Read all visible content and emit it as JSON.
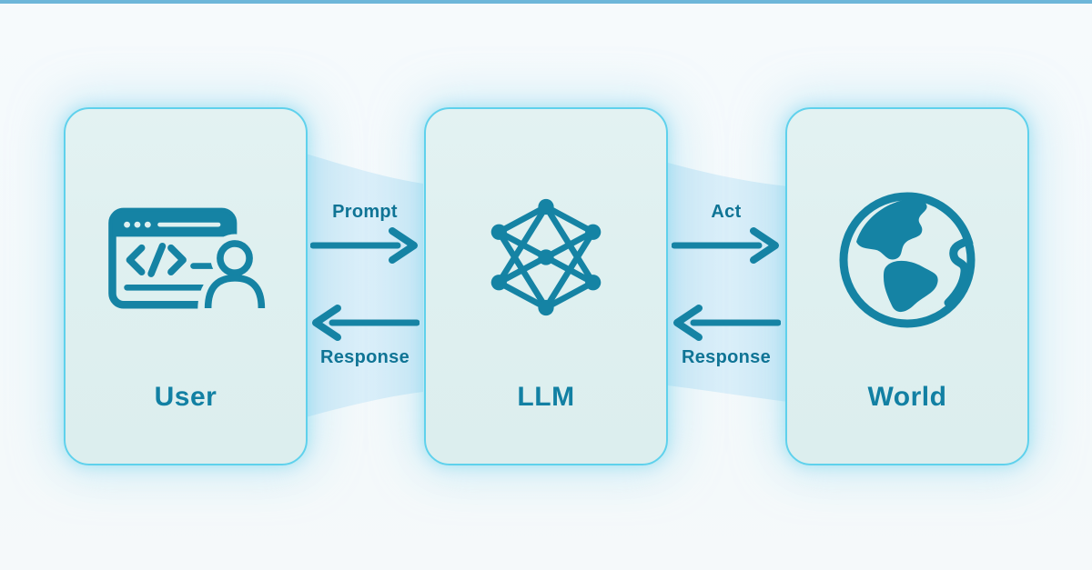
{
  "colors": {
    "accent": "#1583a4",
    "card_fill": "#dff0f0",
    "card_border": "#5fd1ec",
    "ribbon": "#cfe9f6",
    "top_bar": "#6db6d9",
    "card_label": "#1280a3",
    "flow_label": "#0f7495",
    "page_bg": "#f5fafb"
  },
  "cards": [
    {
      "id": "user",
      "label": "User",
      "icon": "browser-user-icon"
    },
    {
      "id": "llm",
      "label": "LLM",
      "icon": "neural-network-icon"
    },
    {
      "id": "world",
      "label": "World",
      "icon": "globe-icon"
    }
  ],
  "flows": [
    {
      "from": "user",
      "to": "llm",
      "forward_label": "Prompt",
      "backward_label": "Response"
    },
    {
      "from": "llm",
      "to": "world",
      "forward_label": "Act",
      "backward_label": "Response"
    }
  ]
}
